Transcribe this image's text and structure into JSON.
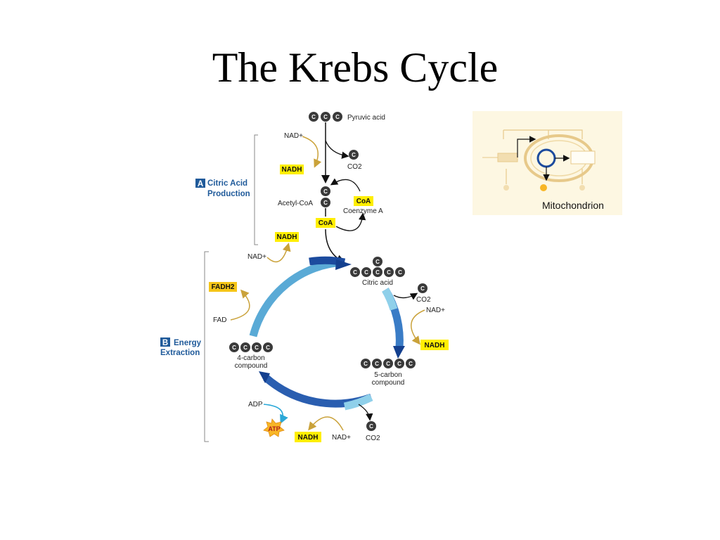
{
  "title": "The Krebs Cycle",
  "carbon_symbol": "C",
  "sections": {
    "a": {
      "letter": "A",
      "line1": "Citric Acid",
      "line2": "Production"
    },
    "b": {
      "letter": "B",
      "line1": "Energy",
      "line2": "Extraction"
    }
  },
  "labels": {
    "pyruvic_acid": "Pyruvic acid",
    "nad_plus": "NAD+",
    "nadh": "NADH",
    "co2": "CO2",
    "acetyl_coa": "Acetyl-CoA",
    "coa": "CoA",
    "coenzyme_a": "Coenzyme A",
    "citric_acid": "Citric acid",
    "fadh2": "FADH2",
    "fad": "FAD",
    "four_carbon_1": "4-carbon",
    "four_carbon_2": "compound",
    "five_carbon_1": "5-carbon",
    "five_carbon_2": "compound",
    "adp": "ADP",
    "atp": "ATP"
  },
  "inset": {
    "label": "Mitochondrion"
  },
  "colors": {
    "nadh_box": "#ffee00",
    "carbon": "#3a3a3a",
    "arrow_gold": "#caa23a",
    "cycle_dark": "#0f3a8a",
    "cycle_light": "#8fd0ea",
    "inset_bg": "#fdf7e2"
  }
}
